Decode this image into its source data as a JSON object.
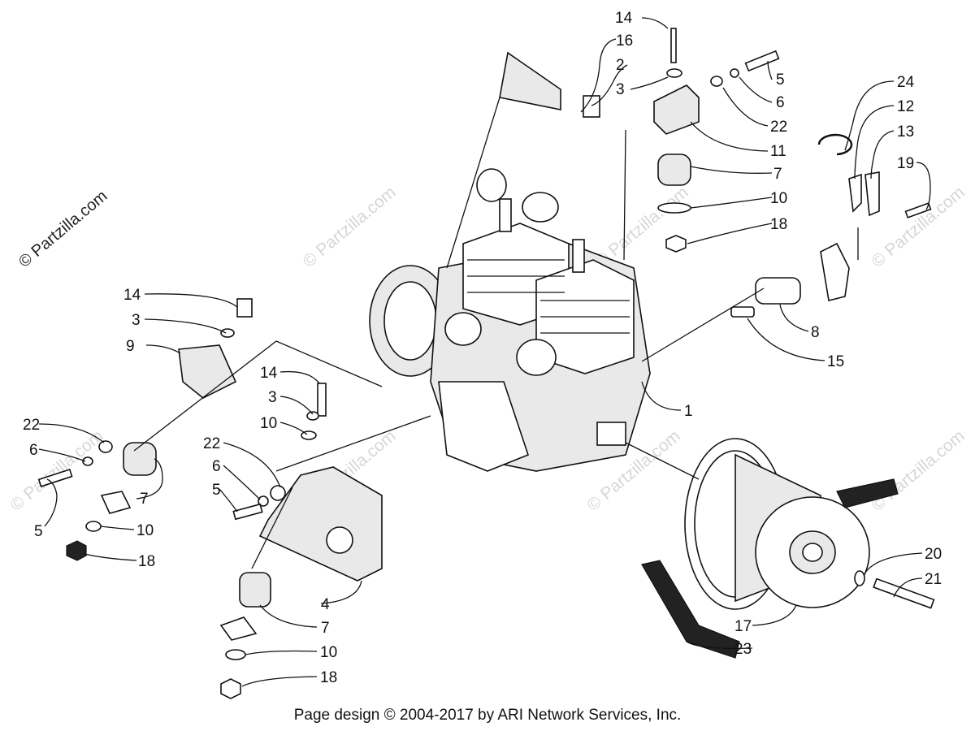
{
  "watermark": {
    "brand": "© Partzilla.com",
    "repeat": "© Partzilla.com"
  },
  "footer": {
    "credit": "Page design © 2004-2017 by ARI Network Services, Inc."
  },
  "callouts": [
    {
      "id": "c14a",
      "text": "14"
    },
    {
      "id": "c16",
      "text": "16"
    },
    {
      "id": "c2",
      "text": "2"
    },
    {
      "id": "c3a",
      "text": "3"
    },
    {
      "id": "c5a",
      "text": "5"
    },
    {
      "id": "c6a",
      "text": "6"
    },
    {
      "id": "c22a",
      "text": "22"
    },
    {
      "id": "c11",
      "text": "11"
    },
    {
      "id": "c7a",
      "text": "7"
    },
    {
      "id": "c10a",
      "text": "10"
    },
    {
      "id": "c18a",
      "text": "18"
    },
    {
      "id": "c24",
      "text": "24"
    },
    {
      "id": "c12",
      "text": "12"
    },
    {
      "id": "c13",
      "text": "13"
    },
    {
      "id": "c19",
      "text": "19"
    },
    {
      "id": "c8",
      "text": "8"
    },
    {
      "id": "c15",
      "text": "15"
    },
    {
      "id": "c1",
      "text": "1"
    },
    {
      "id": "c14b",
      "text": "14"
    },
    {
      "id": "c3b",
      "text": "3"
    },
    {
      "id": "c9",
      "text": "9"
    },
    {
      "id": "c14c",
      "text": "14"
    },
    {
      "id": "c3c",
      "text": "3"
    },
    {
      "id": "c10b",
      "text": "10"
    },
    {
      "id": "c22b",
      "text": "22"
    },
    {
      "id": "c6b",
      "text": "6"
    },
    {
      "id": "c5b",
      "text": "5"
    },
    {
      "id": "c7b",
      "text": "7"
    },
    {
      "id": "c10c",
      "text": "10"
    },
    {
      "id": "c18b",
      "text": "18"
    },
    {
      "id": "c22c",
      "text": "22"
    },
    {
      "id": "c6c",
      "text": "6"
    },
    {
      "id": "c5c",
      "text": "5"
    },
    {
      "id": "c4",
      "text": "4"
    },
    {
      "id": "c7c",
      "text": "7"
    },
    {
      "id": "c10d",
      "text": "10"
    },
    {
      "id": "c18c",
      "text": "18"
    },
    {
      "id": "c20",
      "text": "20"
    },
    {
      "id": "c21",
      "text": "21"
    },
    {
      "id": "c17",
      "text": "17"
    },
    {
      "id": "c23",
      "text": "23"
    }
  ]
}
